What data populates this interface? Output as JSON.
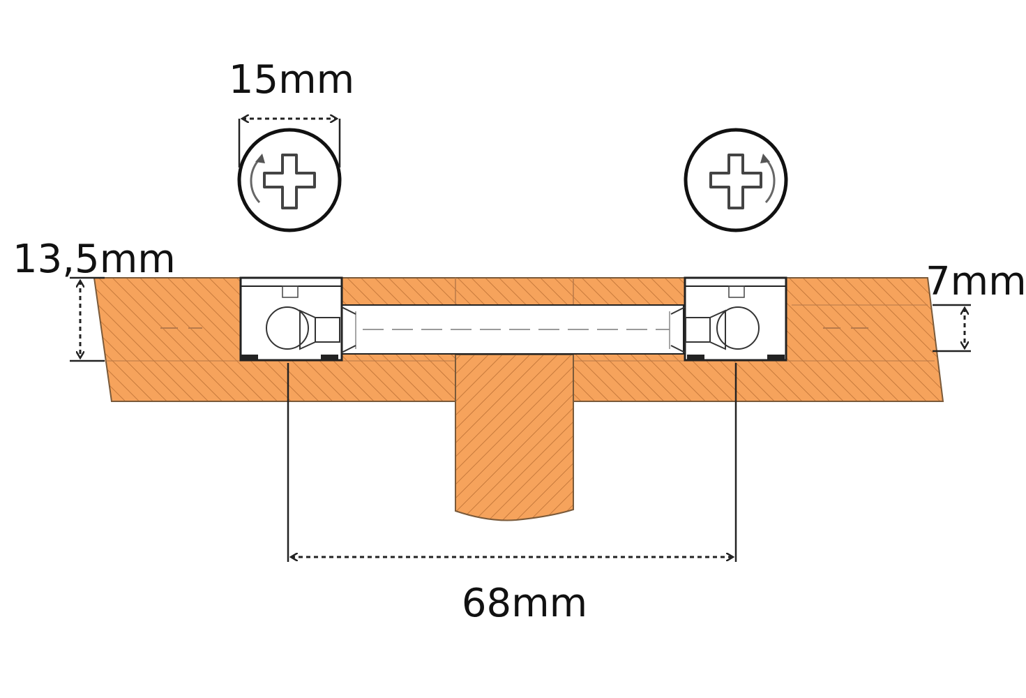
{
  "colors": {
    "wood": "#f6a35c",
    "hatch": "#c77a3c",
    "metal_fill": "#ffffff",
    "line": "#222222"
  },
  "labels": {
    "diameter": "15mm",
    "panel_thickness": "13,5mm",
    "center_height": "7mm",
    "spacing": "68mm"
  },
  "icons": {
    "screw_head": "phillips-screw-head-icon",
    "rotation_arrow": "rotation-arrow-icon"
  }
}
